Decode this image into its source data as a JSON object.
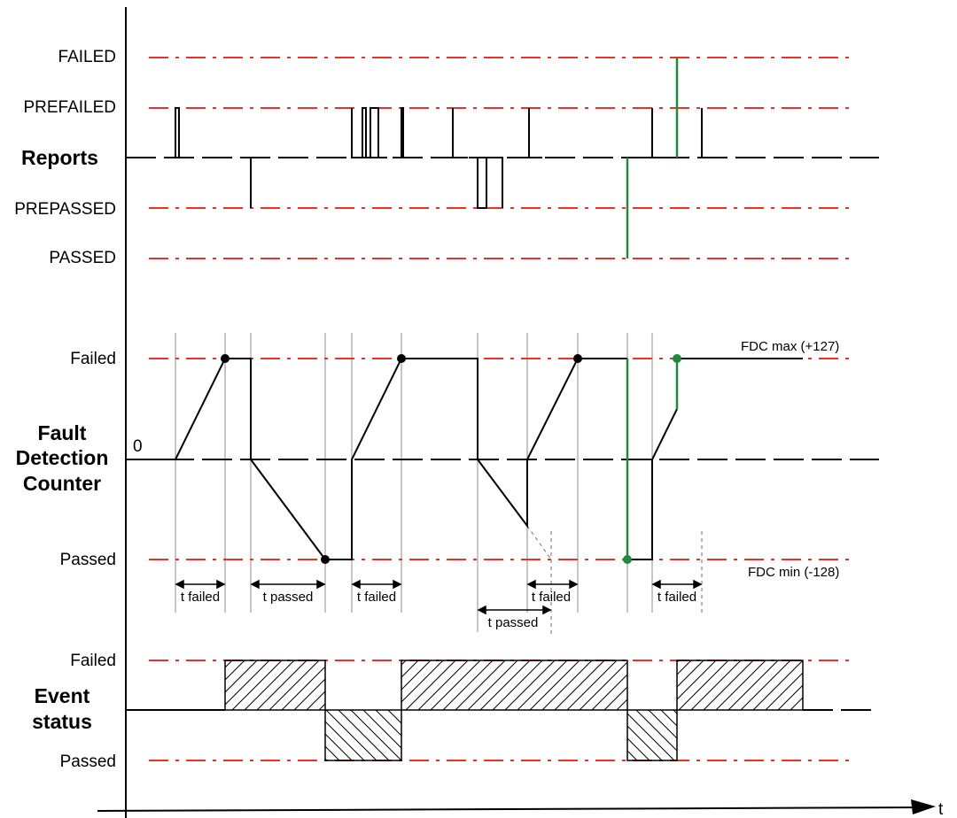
{
  "sections": {
    "reports": {
      "title": "Reports",
      "levels": [
        "FAILED",
        "PREFAILED",
        "PREPASSED",
        "PASSED"
      ]
    },
    "fdc": {
      "title_lines": [
        "Fault",
        "Detection",
        "Counter"
      ],
      "levels": [
        "Failed",
        "Passed"
      ],
      "zero_label": "0",
      "max_label": "FDC max (+127)",
      "min_label": "FDC min (-128)"
    },
    "event_status": {
      "title_lines": [
        "Event",
        "status"
      ],
      "levels": [
        "Failed",
        "Passed"
      ]
    }
  },
  "time_intervals": [
    "t failed",
    "t passed",
    "t failed",
    "t failed",
    "t passed",
    "t failed"
  ],
  "time_axis_label": "t",
  "colors": {
    "threshold": "#e8322a",
    "signal": "#000000",
    "green_event": "#1e8a3a",
    "gridline": "#b4b4b4"
  }
}
